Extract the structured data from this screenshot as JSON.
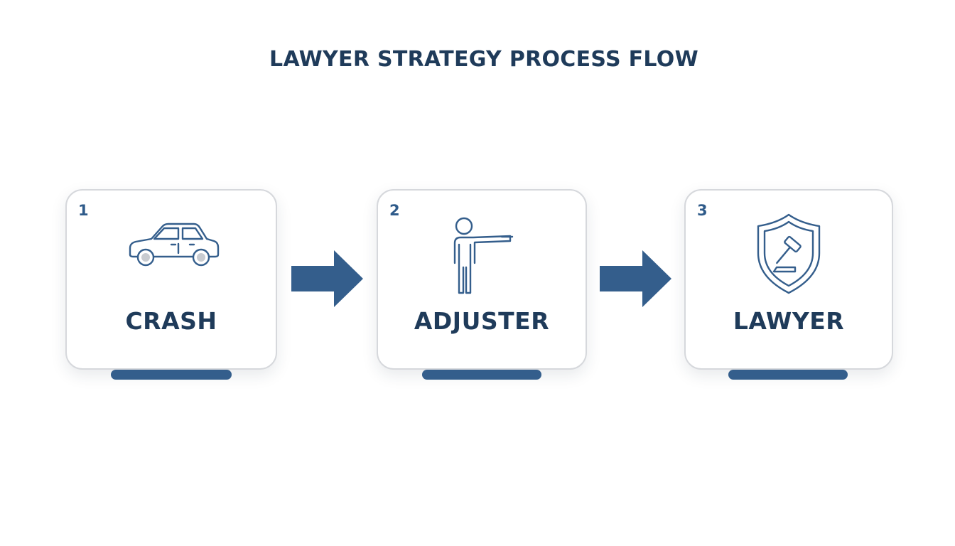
{
  "title": "LAWYER STRATEGY PROCESS FLOW",
  "colors": {
    "primary": "#345e8c",
    "text": "#1f3b5a",
    "card_border": "#d6d8dc",
    "background": "#ffffff"
  },
  "steps": [
    {
      "number": "1",
      "label": "CRASH",
      "icon": "car-icon"
    },
    {
      "number": "2",
      "label": "ADJUSTER",
      "icon": "person-pointing-icon"
    },
    {
      "number": "3",
      "label": "LAWYER",
      "icon": "shield-gavel-icon"
    }
  ],
  "connectors": [
    {
      "from": "1",
      "to": "2",
      "icon": "arrow-right-icon"
    },
    {
      "from": "2",
      "to": "3",
      "icon": "arrow-right-icon"
    }
  ]
}
